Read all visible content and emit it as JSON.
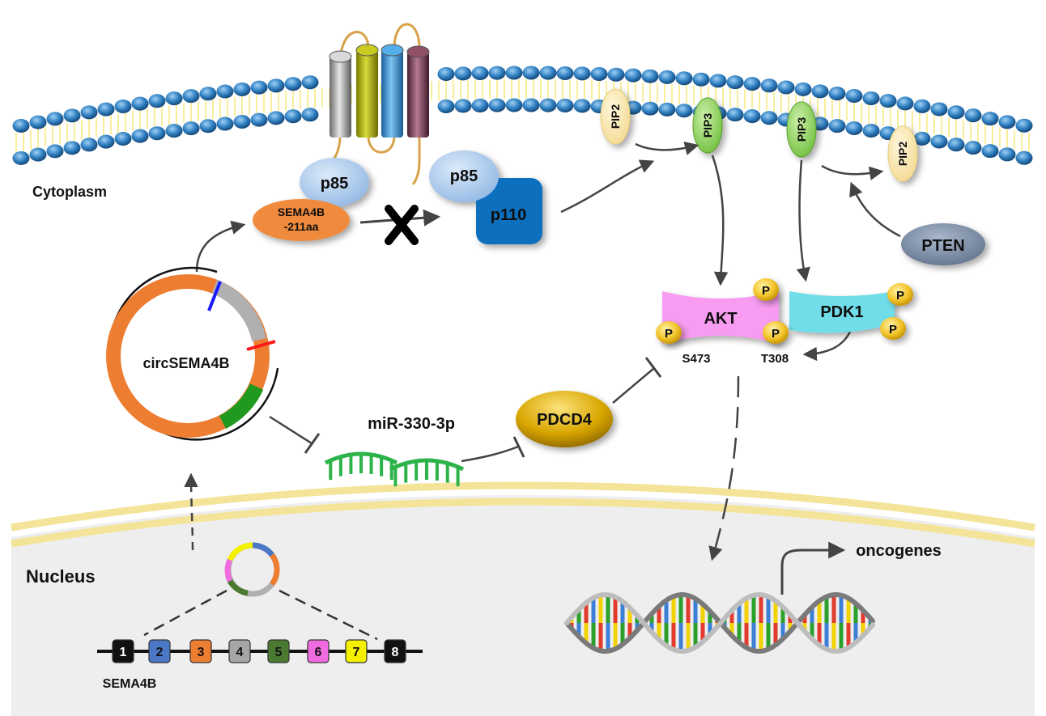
{
  "labels": {
    "cytoplasm": "Cytoplasm",
    "nucleus": "Nucleus",
    "p85_left": "p85",
    "sema4b_line1": "SEMA4B",
    "sema4b_line2": "-211aa",
    "p85_right": "p85",
    "p110": "p110",
    "pip2_left": "PIP2",
    "pip3_left": "PIP3",
    "pip3_right": "PIP3",
    "pip2_right": "PIP2",
    "pten": "PTEN",
    "akt": "AKT",
    "pdk1": "PDK1",
    "phospho": "P",
    "s473": "S473",
    "t308": "T308",
    "circ": "circSEMA4B",
    "mirna": "miR-330-3p",
    "pdcd4": "PDCD4",
    "oncogenes": "oncogenes",
    "gene": "SEMA4B"
  },
  "exons": [
    {
      "label": "1",
      "color": "#111111",
      "text_color": "#ffffff"
    },
    {
      "label": "2",
      "color": "#4a78c4",
      "text_color": "#111111"
    },
    {
      "label": "3",
      "color": "#ed7d31",
      "text_color": "#111111"
    },
    {
      "label": "4",
      "color": "#a6a6a6",
      "text_color": "#111111"
    },
    {
      "label": "5",
      "color": "#4a7a32",
      "text_color": "#111111"
    },
    {
      "label": "6",
      "color": "#f06ae0",
      "text_color": "#111111"
    },
    {
      "label": "7",
      "color": "#f5f000",
      "text_color": "#111111"
    },
    {
      "label": "8",
      "color": "#111111",
      "text_color": "#ffffff"
    }
  ],
  "colors": {
    "lipid_head": "#2f7fc1",
    "lipid_tail": "#f2e35a",
    "nuclear_envelope": "#f4e49a",
    "nucleus_fill": "#eeeeee",
    "sema4b_peptide": "#f08a3c",
    "p85": "#a9c8ee",
    "p110": "#0f6fbe",
    "pip2": "#fbeab5",
    "pip3": "#8fd35c",
    "pten": "#7d8ea6",
    "akt": "#f79cf0",
    "pdk1": "#6fdde8",
    "phospho": "#f6cd3a",
    "pdcd4": "#d9a600",
    "mirna": "#2db34a",
    "circ_orange": "#ed7d31",
    "circ_gray": "#b0b0b0",
    "circ_green": "#1f9a1f",
    "circ_blue_mark": "#1a1aff",
    "circ_red_mark": "#ff1a1a",
    "receptor_gray": "#a0a0a0",
    "receptor_olive": "#b6b800",
    "receptor_blue": "#2b95e0",
    "receptor_purple": "#7a3550"
  }
}
